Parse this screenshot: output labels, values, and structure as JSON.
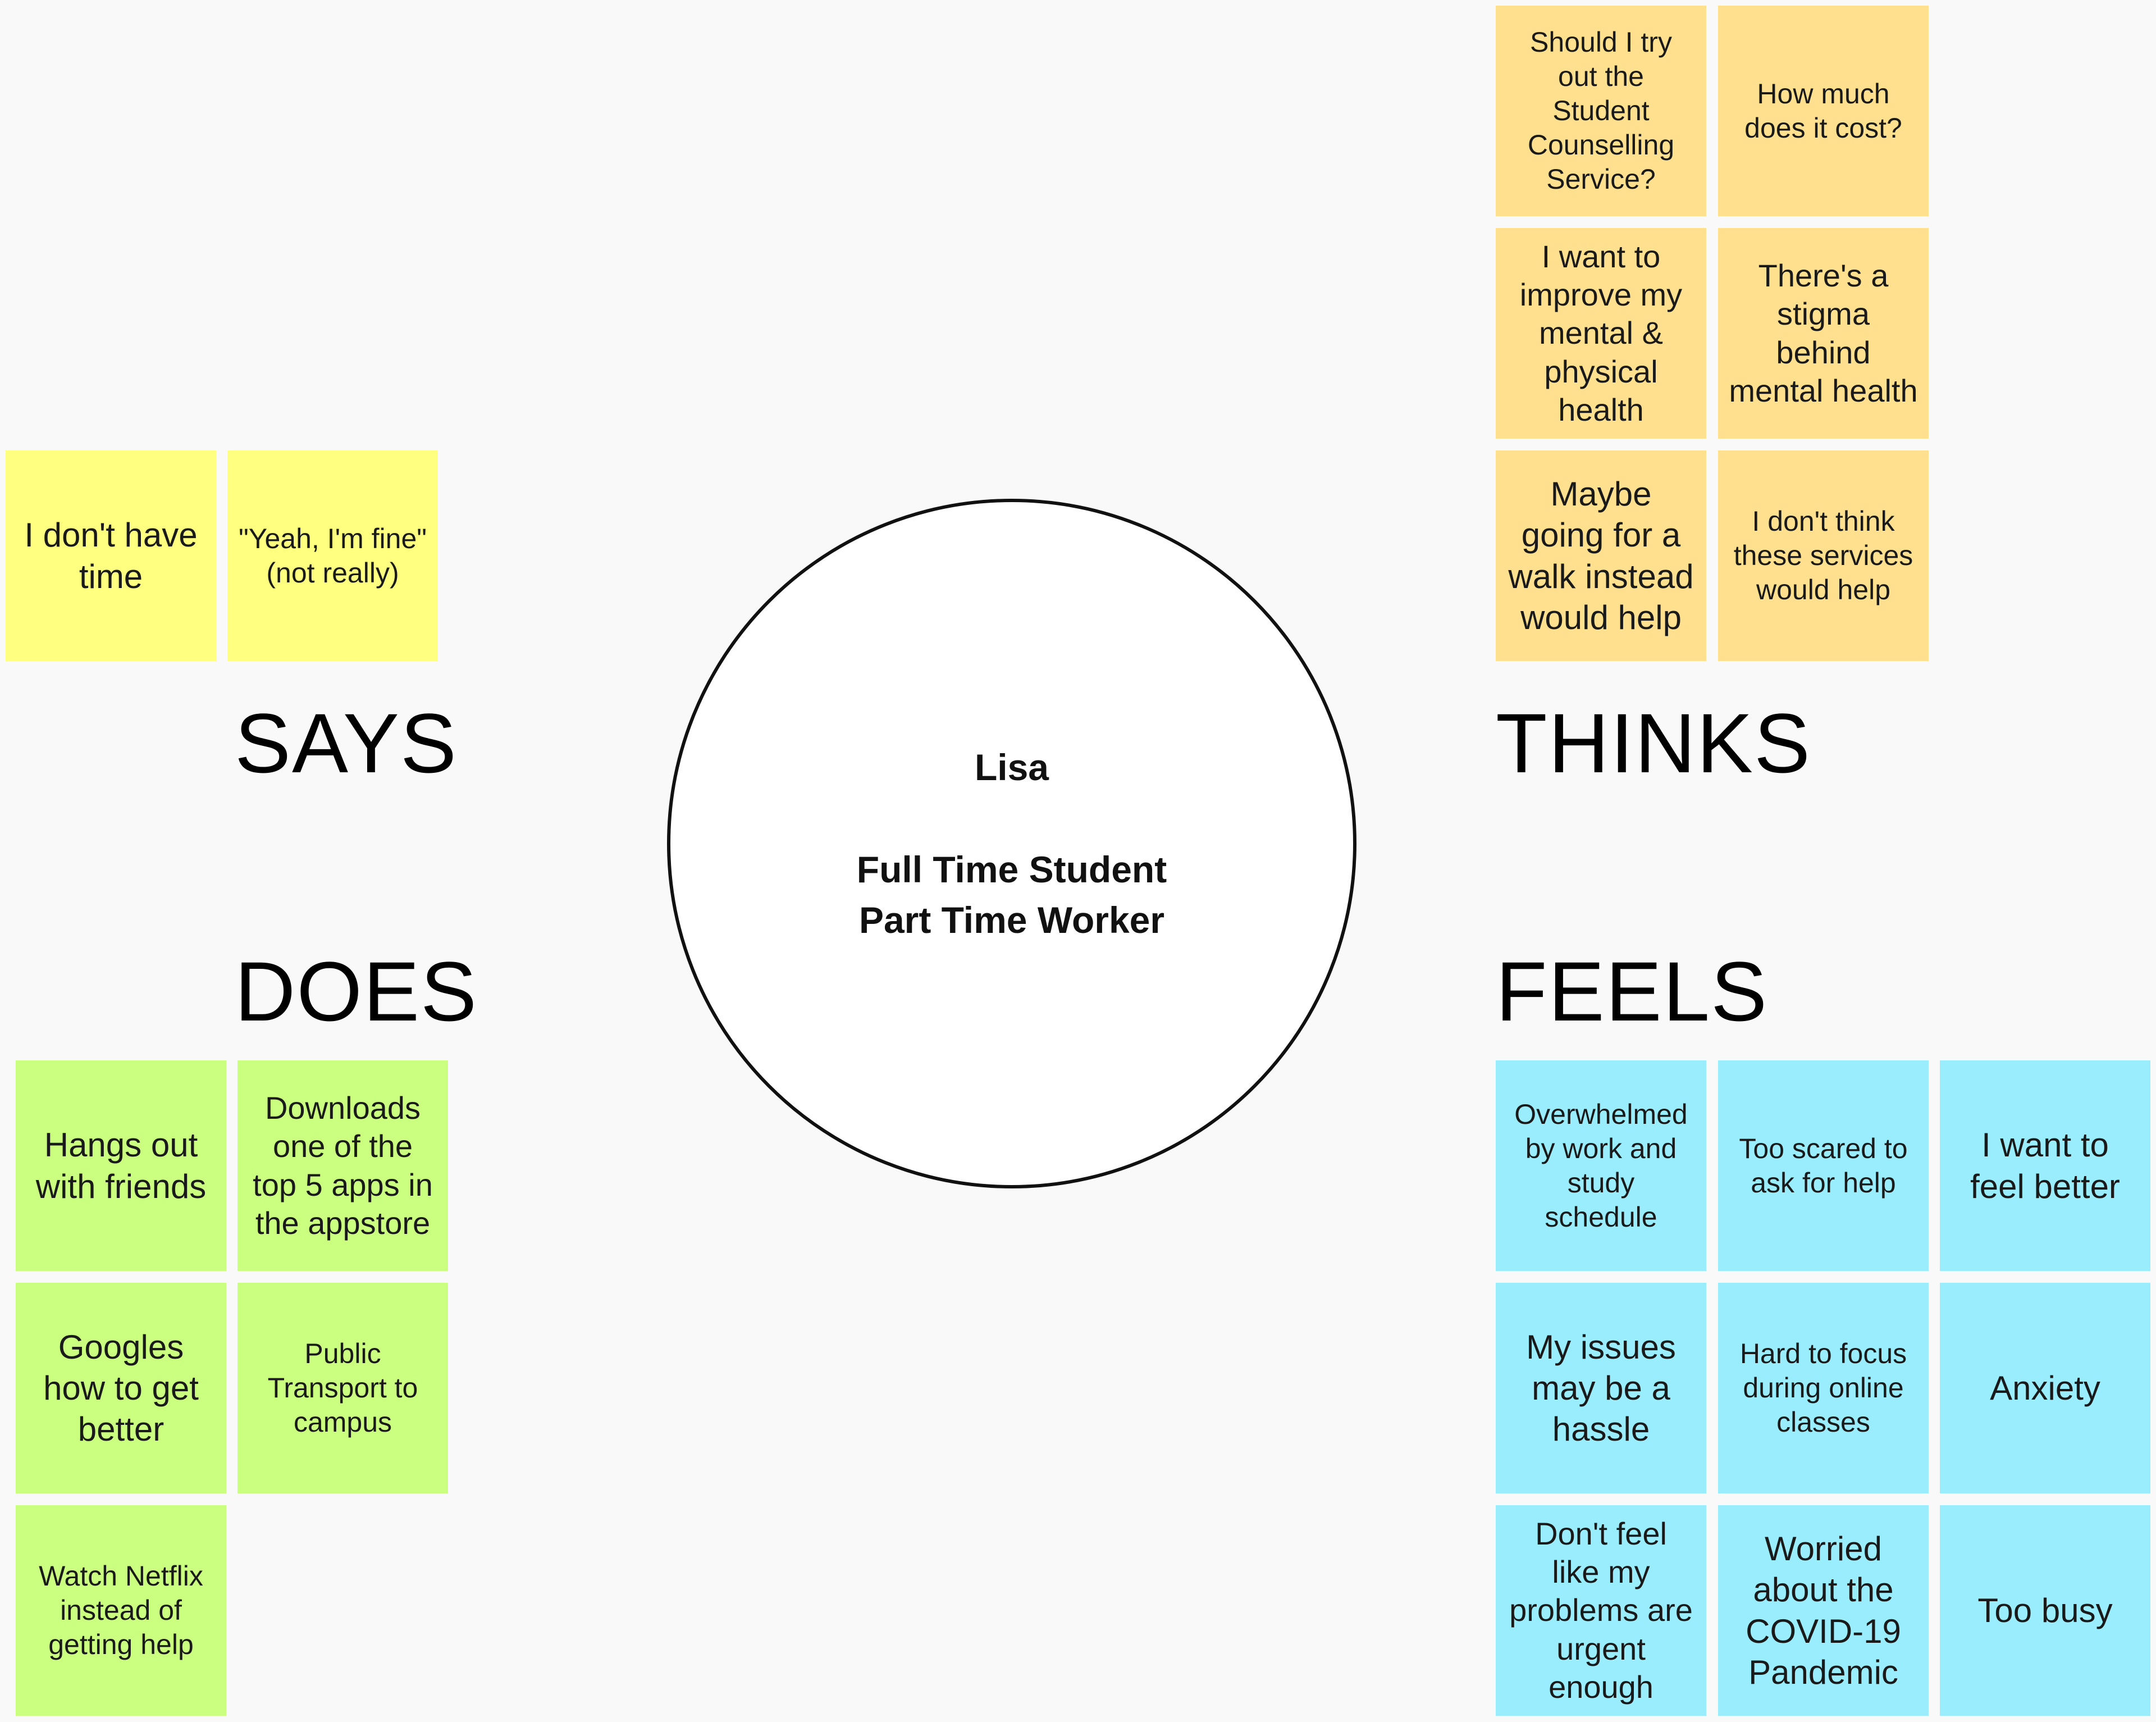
{
  "persona": {
    "name": "Lisa",
    "role_line1": "Full Time Student",
    "role_line2": "Part Time Worker"
  },
  "headings": {
    "says": "SAYS",
    "thinks": "THINKS",
    "does": "DOES",
    "feels": "FEELS"
  },
  "says": [
    "I don't have\ntime",
    "\"Yeah, I'm fine\"\n(not really)"
  ],
  "thinks": [
    "Should I try\nout the\nStudent\nCounselling\nService?",
    "How much\ndoes it cost?",
    "I want to\nimprove my\nmental &\nphysical\nhealth",
    "There's a\nstigma\nbehind\nmental health",
    "Maybe\ngoing for a\nwalk instead\nwould help",
    "I don't think\nthese services\nwould help"
  ],
  "does": [
    "Hangs out\nwith friends",
    "Downloads\none of the\ntop 5 apps in\nthe appstore",
    "Googles\nhow to get\nbetter",
    "Public\nTransport to\ncampus",
    "Watch Netflix\ninstead of\ngetting help"
  ],
  "feels": [
    "Overwhelmed\nby work and\nstudy\nschedule",
    "Too scared to\nask for help",
    "I want to\nfeel better",
    "My issues\nmay be a\nhassle",
    "Hard to focus\nduring online\nclasses",
    "Anxiety",
    "Don't feel\nlike my\nproblems are\nurgent\nenough",
    "Worried\nabout the\nCOVID-19\nPandemic",
    "Too busy"
  ],
  "colors": {
    "says": "#ffff80",
    "thinks": "#ffe08e",
    "does": "#cbff80",
    "feels": "#9aedfd",
    "background": "#f9f9f9"
  }
}
